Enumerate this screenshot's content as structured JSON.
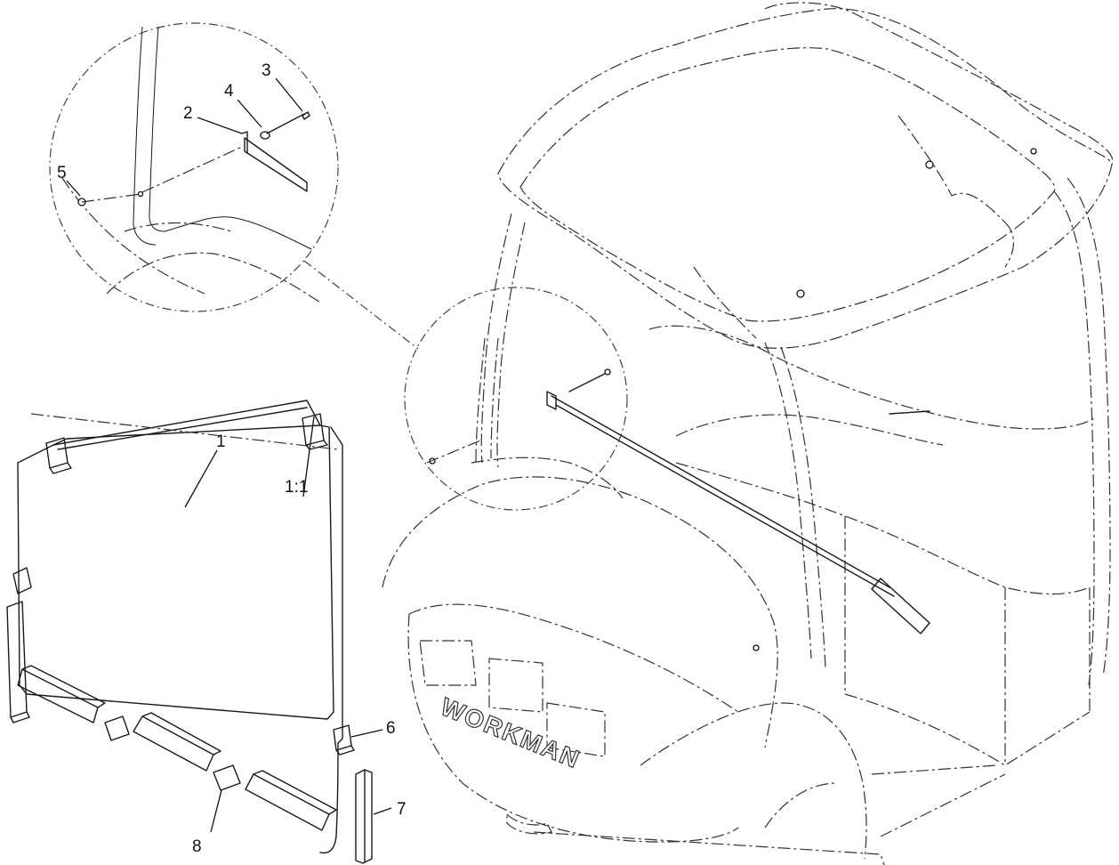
{
  "diagram": {
    "callouts": {
      "c1": "1",
      "c1_1": "1:1",
      "c2": "2",
      "c3": "3",
      "c4": "4",
      "c5": "5",
      "c6": "6",
      "c7": "7",
      "c8": "8"
    },
    "vehicle_brand": "WORKMAN"
  }
}
